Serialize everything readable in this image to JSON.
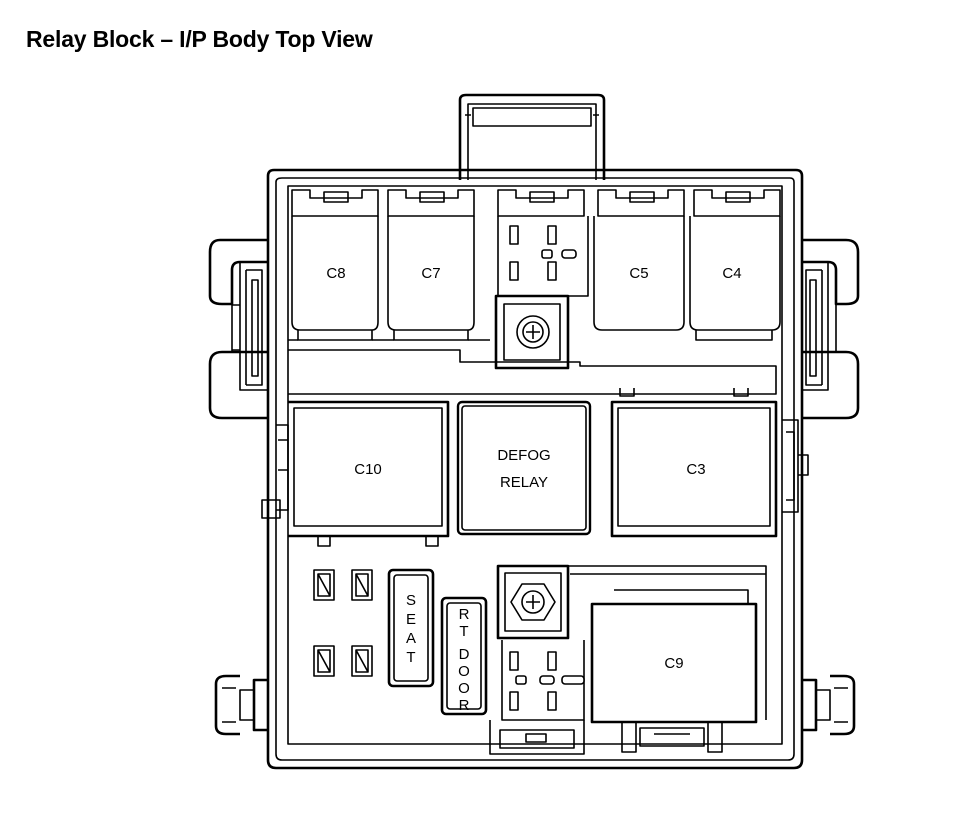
{
  "title": "Relay Block – I/P Body Top View",
  "connectors": {
    "c8": "C8",
    "c7": "C7",
    "c5": "C5",
    "c4": "C4",
    "c10": "C10",
    "c3": "C3",
    "c9": "C9"
  },
  "defog_relay": {
    "line1": "DEFOG",
    "line2": "RELAY"
  },
  "seat_relay": [
    "S",
    "E",
    "A",
    "T"
  ],
  "rt_door_relay": [
    "R",
    "T",
    "D",
    "O",
    "O",
    "R"
  ]
}
